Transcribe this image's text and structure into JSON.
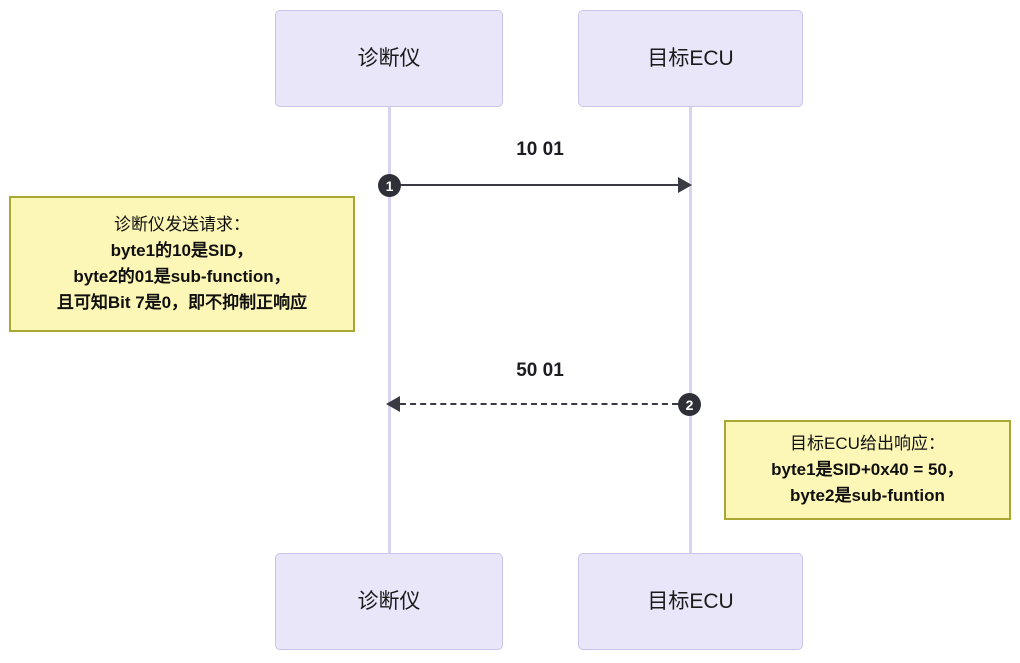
{
  "diagram": {
    "type": "uml-sequence-diagram",
    "title": "UDS 10 01 diagnostic session request/response sequence"
  },
  "participants": [
    {
      "name": "diagnostic-tester",
      "label": "诊断仪"
    },
    {
      "name": "target-ecu",
      "label": "目标ECU"
    }
  ],
  "participants_bottom": [
    {
      "name": "diagnostic-tester",
      "label": "诊断仪"
    },
    {
      "name": "target-ecu",
      "label": "目标ECU"
    }
  ],
  "messages": [
    {
      "seq": "1",
      "label": "10 01",
      "from": "诊断仪",
      "to": "目标ECU",
      "style": "solid",
      "direction": "right"
    },
    {
      "seq": "2",
      "label": "50 01",
      "from": "目标ECU",
      "to": "诊断仪",
      "style": "dashed",
      "direction": "left"
    }
  ],
  "notes": [
    {
      "name": "request-note",
      "lines": [
        "诊断仪发送请求：",
        "byte1的10是SID，",
        "byte2的01是sub-function，",
        "且可知Bit 7是0，即不抑制正响应"
      ]
    },
    {
      "name": "response-note",
      "lines": [
        "目标ECU给出响应：",
        "byte1是SID+0x40 = 50，",
        "byte2是sub-funtion"
      ]
    }
  ],
  "colors": {
    "participant_fill": "#e8e6f8",
    "participant_border": "#ccc4ea",
    "lifeline": "#d9d2f0",
    "note_fill": "#fcf7b6",
    "note_border": "#aaa833",
    "arrow": "#3a3a42",
    "badge_fill": "#2f2f38",
    "background": "#ffffff"
  }
}
